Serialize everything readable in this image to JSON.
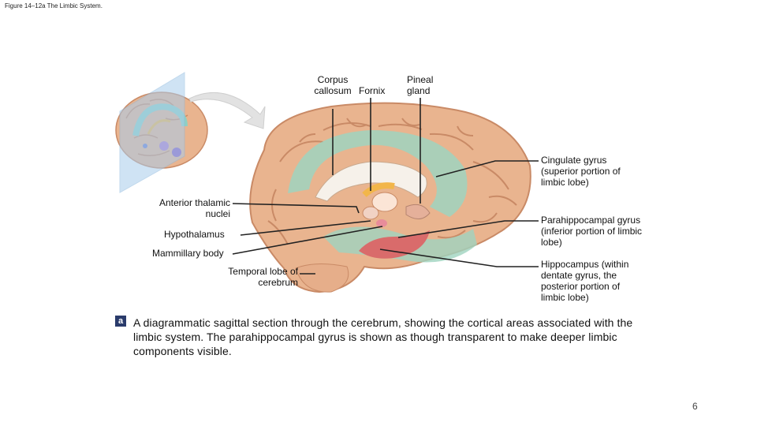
{
  "figure_title": "Figure 14–12a The Limbic System.",
  "labels": {
    "corpus_callosum": "Corpus callosum",
    "fornix": "Fornix",
    "pineal_gland": "Pineal gland",
    "cingulate_gyrus": "Cingulate gyrus (superior portion of limbic lobe)",
    "anterior_thalamic_nuclei": "Anterior thalamic nuclei",
    "hypothalamus": "Hypothalamus",
    "mammillary_body": "Mammillary body",
    "parahippocampal_gyrus": "Parahippocampal gyrus (inferior portion of limbic lobe)",
    "temporal_lobe": "Temporal lobe of cerebrum",
    "hippocampus": "Hippocampus (within dentate gyrus, the posterior portion of limbic lobe)"
  },
  "badge": "a",
  "caption": "A diagrammatic sagittal section through the cerebrum, showing the cortical areas associated with the limbic system. The parahippocampal gyrus is shown as though transparent to make deeper limbic components visible.",
  "page_number": "6",
  "colors": {
    "cortex": "#e9b48f",
    "cortex_dark": "#c98a66",
    "limbic_green": "#9fd3bf",
    "hippocampus_red": "#d96b6b",
    "fornix_orange": "#f2b64a",
    "plane_blue": "#a9cdec",
    "badge": "#2a3b6b"
  }
}
